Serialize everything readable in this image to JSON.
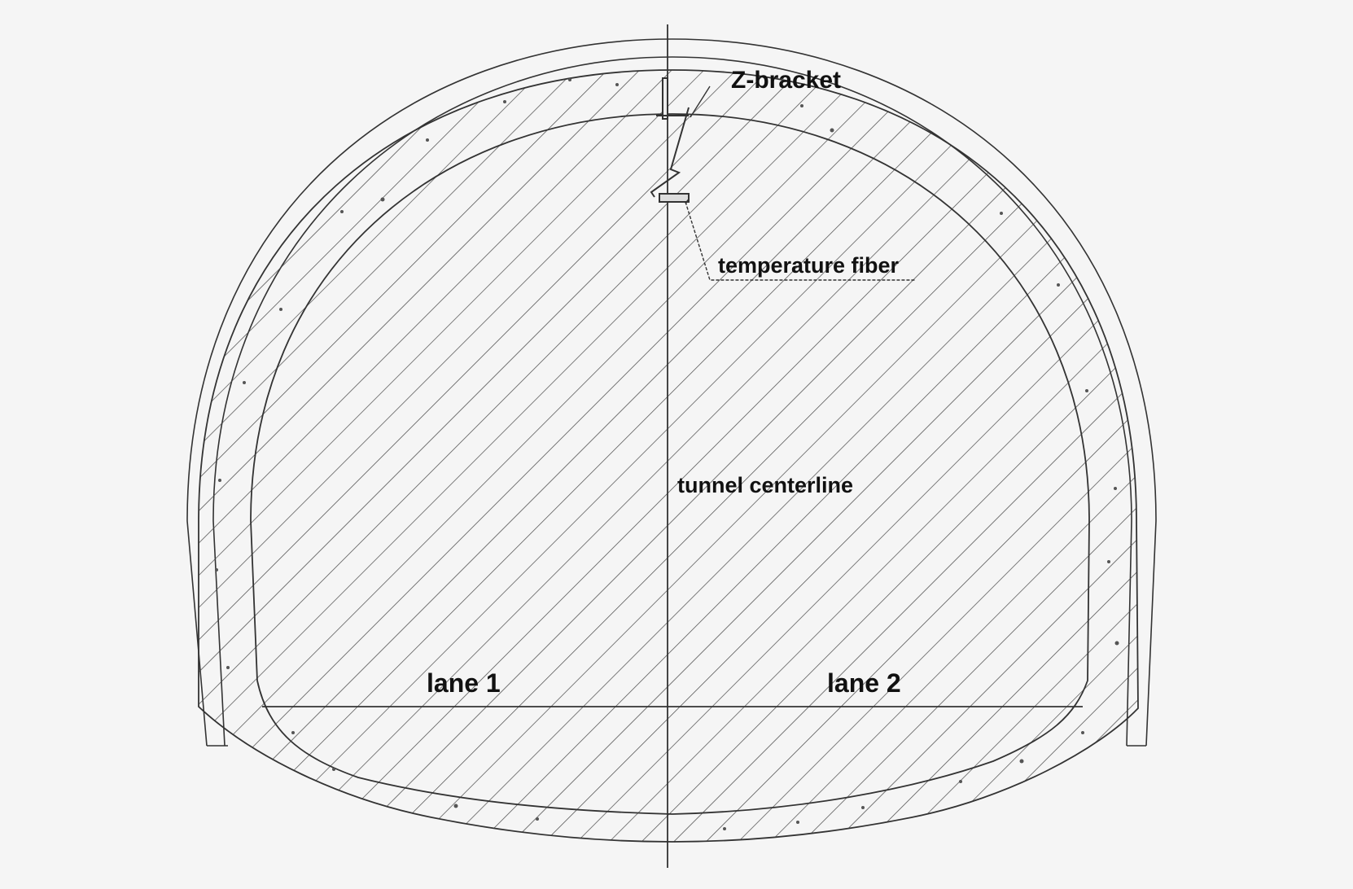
{
  "diagram": {
    "labels": {
      "z_bracket": "Z-bracket",
      "temperature_fiber": "temperature fiber",
      "tunnel_centerline": "tunnel centerline",
      "lane_1": "lane 1",
      "lane_2": "lane 2"
    },
    "colors": {
      "background": "#f5f5f5",
      "line": "#333333",
      "hatch": "#444444"
    }
  }
}
